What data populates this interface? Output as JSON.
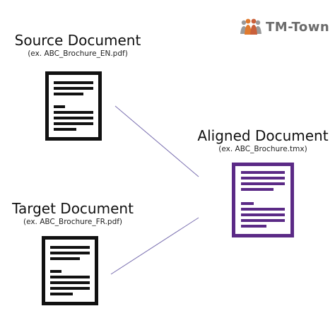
{
  "logo": {
    "text": "TM-Town",
    "icon": "people-group-icon",
    "text_color": "#6b6b6b",
    "icon_color": "#e07a2e",
    "icon_color_2": "#9a9a9a"
  },
  "source": {
    "title": "Source Document",
    "subtitle": "(ex. ABC_Brochure_EN.pdf)"
  },
  "target": {
    "title": "Target Document",
    "subtitle": "(ex. ABC_Brochure_FR.pdf)"
  },
  "aligned": {
    "title": "Aligned Document",
    "subtitle": "(ex. ABC_Brochure.tmx)"
  },
  "colors": {
    "doc_black": "#111111",
    "doc_purple": "#5b2a86",
    "connector": "#7a6fb0"
  },
  "icons": {
    "source_doc": "document-icon",
    "target_doc": "document-icon",
    "aligned_doc": "document-icon"
  }
}
